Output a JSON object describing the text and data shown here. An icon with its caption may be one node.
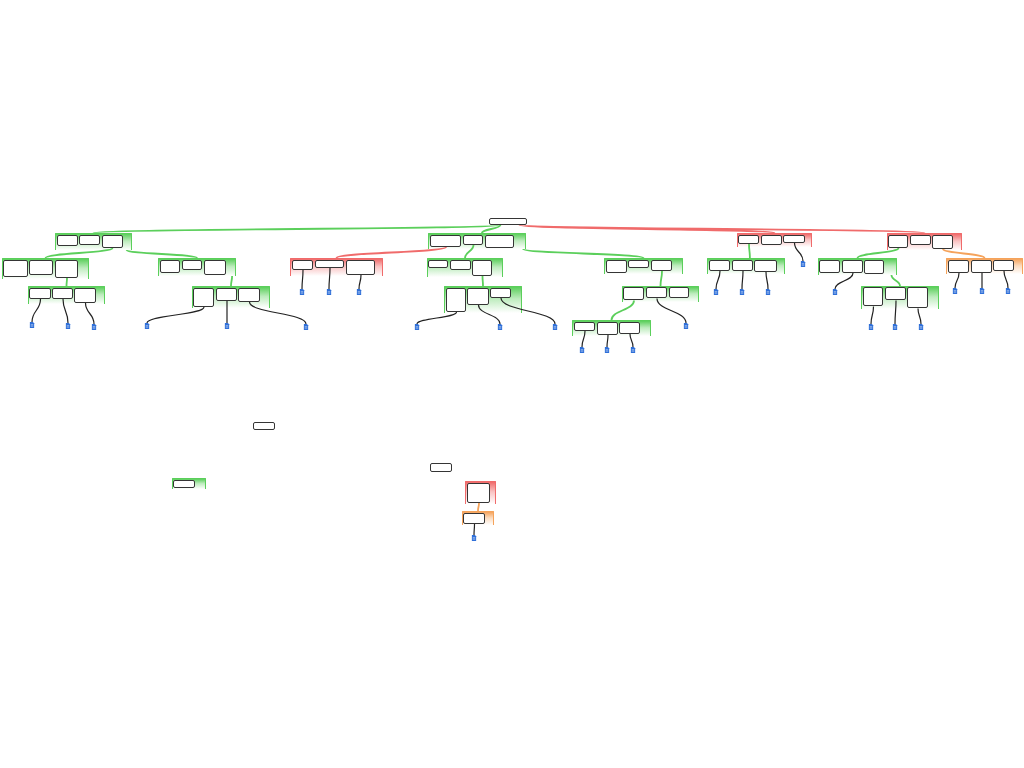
{
  "diagram": {
    "nodes": [
      {
        "text": [],
        "shape": "box"
      },
      {
        "text": [],
        "shape": "band"
      },
      {
        "text": [],
        "shape": "box",
        "in": 1
      },
      {
        "text": [],
        "shape": "box",
        "in": 1
      },
      {
        "text": [],
        "shape": "box",
        "in": 1
      },
      {
        "text": [],
        "shape": "band"
      },
      {
        "text": [],
        "shape": "box",
        "in": 5
      },
      {
        "text": [],
        "shape": "box",
        "in": 5
      },
      {
        "text": [],
        "shape": "box",
        "in": 5
      },
      {
        "text": [],
        "shape": "band"
      },
      {
        "text": [],
        "shape": "box",
        "in": 9
      },
      {
        "text": [],
        "shape": "box",
        "in": 9
      },
      {
        "text": [],
        "shape": "box",
        "in": 9
      },
      {
        "text": [],
        "shape": "band"
      },
      {
        "text": [],
        "shape": "box",
        "in": 13
      },
      {
        "text": [],
        "shape": "box",
        "in": 13
      },
      {
        "text": [],
        "shape": "box",
        "in": 13
      },
      {
        "text": [],
        "shape": "band"
      },
      {
        "text": [],
        "shape": "box",
        "in": 17
      },
      {
        "text": [],
        "shape": "box",
        "in": 17
      },
      {
        "text": [],
        "shape": "box",
        "in": 17
      },
      {
        "text": [],
        "shape": "band"
      },
      {
        "text": [],
        "shape": "box",
        "in": 21
      },
      {
        "text": [],
        "shape": "box",
        "in": 21
      },
      {
        "text": [],
        "shape": "box",
        "in": 21
      },
      {
        "text": [],
        "shape": "band"
      },
      {
        "text": [],
        "shape": "box",
        "in": 25
      },
      {
        "text": [],
        "shape": "box",
        "in": 25
      },
      {
        "text": [],
        "shape": "box",
        "in": 25
      },
      {
        "text": [],
        "shape": "band"
      },
      {
        "text": [],
        "shape": "box",
        "in": 29
      },
      {
        "text": [],
        "shape": "box",
        "in": 29
      },
      {
        "text": [],
        "shape": "box",
        "in": 29
      },
      {
        "text": [],
        "shape": "band"
      },
      {
        "text": [],
        "shape": "box",
        "in": 33
      },
      {
        "text": [],
        "shape": "box",
        "in": 33
      },
      {
        "text": [],
        "shape": "box",
        "in": 33
      },
      {
        "text": [],
        "shape": "band"
      },
      {
        "text": [],
        "shape": "box",
        "in": 37
      },
      {
        "text": [],
        "shape": "box",
        "in": 37
      },
      {
        "text": [],
        "shape": "box",
        "in": 37
      },
      {
        "text": [],
        "shape": "band"
      },
      {
        "text": [],
        "shape": "box",
        "in": 41
      },
      {
        "text": [],
        "shape": "box",
        "in": 41
      },
      {
        "text": [],
        "shape": "box",
        "in": 41
      },
      {
        "text": [],
        "shape": "band"
      },
      {
        "text": [],
        "shape": "box",
        "in": 45
      },
      {
        "text": [],
        "shape": "box",
        "in": 45
      },
      {
        "text": [],
        "shape": "box",
        "in": 45
      },
      {
        "text": [],
        "shape": "picture"
      },
      {
        "text": [],
        "shape": "band"
      },
      {
        "text": [],
        "shape": "box",
        "in": 50
      },
      {
        "text": [],
        "shape": "box",
        "in": 50
      },
      {
        "text": [],
        "shape": "box",
        "in": 50
      },
      {
        "text": [],
        "shape": "band"
      },
      {
        "text": [],
        "shape": "box",
        "in": 54
      },
      {
        "text": [],
        "shape": "box",
        "in": 54
      },
      {
        "text": [],
        "shape": "box",
        "in": 54
      },
      {
        "text": [],
        "shape": "band"
      },
      {
        "text": [],
        "shape": "box",
        "in": 58
      },
      {
        "text": [],
        "shape": "box",
        "in": 58
      },
      {
        "text": [],
        "shape": "box",
        "in": 58
      },
      {
        "text": [],
        "shape": "band"
      },
      {
        "text": [],
        "shape": "box",
        "in": 62
      },
      {
        "text": [],
        "shape": "box",
        "in": 62
      },
      {
        "text": [],
        "shape": "box",
        "in": 62
      },
      {
        "text": [],
        "shape": "band"
      },
      {
        "text": [],
        "shape": "box",
        "in": 66
      },
      {
        "text": [],
        "shape": "box",
        "in": 66
      },
      {
        "text": [],
        "shape": "box",
        "in": 66
      },
      {
        "text": [],
        "shape": "picture"
      },
      {
        "text": [],
        "shape": "picture"
      },
      {
        "text": [],
        "shape": "picture"
      },
      {
        "text": [],
        "shape": "picture"
      },
      {
        "text": [],
        "shape": "picture"
      },
      {
        "text": [],
        "shape": "picture"
      },
      {
        "text": [],
        "shape": "picture"
      },
      {
        "text": [],
        "shape": "picture"
      },
      {
        "text": [],
        "shape": "picture"
      },
      {
        "text": [],
        "shape": "picture"
      },
      {
        "text": [],
        "shape": "band"
      },
      {
        "text": [],
        "shape": "box",
        "in": 80
      },
      {
        "text": [],
        "shape": "box",
        "in": 80
      },
      {
        "text": [],
        "shape": "box",
        "in": 80
      },
      {
        "text": [],
        "shape": "picture"
      },
      {
        "text": [],
        "shape": "picture"
      },
      {
        "text": [],
        "shape": "picture"
      },
      {
        "text": [],
        "shape": "picture"
      },
      {
        "text": [],
        "shape": "picture"
      },
      {
        "text": [],
        "shape": "picture"
      },
      {
        "text": [],
        "shape": "picture"
      },
      {
        "text": [],
        "shape": "picture"
      },
      {
        "text": [],
        "shape": "picture"
      },
      {
        "text": [],
        "shape": "picture"
      },
      {
        "text": [],
        "shape": "picture"
      },
      {
        "text": [],
        "shape": "picture"
      },
      {
        "text": [],
        "shape": "picture"
      },
      {
        "text": [],
        "shape": "picture"
      },
      {
        "text": [],
        "shape": "picture"
      },
      {
        "text": [],
        "shape": "picture"
      },
      {
        "text": [],
        "shape": "box"
      },
      {
        "text": [],
        "shape": "box"
      },
      {
        "text": [],
        "shape": "band"
      },
      {
        "text": [],
        "shape": "box",
        "in": 102
      },
      {
        "text": [],
        "shape": "band"
      },
      {
        "text": [],
        "shape": "box",
        "in": 104
      },
      {
        "text": [],
        "shape": "band"
      },
      {
        "text": [],
        "shape": "box",
        "in": 106
      },
      {
        "text": [],
        "shape": "picture"
      }
    ],
    "edges": [
      {
        "from": 0,
        "to": 1,
        "arrow": "none",
        "color": "#5bcf5b"
      },
      {
        "from": 0,
        "to": 5,
        "arrow": "none",
        "color": "#5bcf5b"
      },
      {
        "from": 0,
        "to": 9,
        "arrow": "none",
        "color": "#f06b6b"
      },
      {
        "from": 0,
        "to": 13,
        "arrow": "none",
        "color": "#f06b6b"
      },
      {
        "from": 4,
        "to": 17,
        "arrow": "none",
        "color": "#5bcf5b"
      },
      {
        "from": 1,
        "to": 21,
        "arrow": "none",
        "color": "#5bcf5b"
      },
      {
        "from": 6,
        "to": 25,
        "arrow": "none",
        "color": "#f06b6b"
      },
      {
        "from": 7,
        "to": 29,
        "arrow": "none",
        "color": "#5bcf5b"
      },
      {
        "from": 5,
        "to": 33,
        "arrow": "none",
        "color": "#5bcf5b"
      },
      {
        "from": 10,
        "to": 37,
        "arrow": "none",
        "color": "#5bcf5b"
      },
      {
        "from": 12,
        "to": 49,
        "arrow": "none"
      },
      {
        "from": 14,
        "to": 41,
        "arrow": "none",
        "color": "#5bcf5b"
      },
      {
        "from": 16,
        "to": 45,
        "arrow": "none",
        "color": "#f5a35b"
      },
      {
        "from": 20,
        "to": 50,
        "arrow": "none",
        "color": "#5bcf5b"
      },
      {
        "from": 21,
        "to": 54,
        "arrow": "none",
        "color": "#5bcf5b"
      },
      {
        "from": 26,
        "to": 70,
        "arrow": "none"
      },
      {
        "from": 27,
        "to": 71,
        "arrow": "none"
      },
      {
        "from": 28,
        "to": 72,
        "arrow": "none"
      },
      {
        "from": 32,
        "to": 58,
        "arrow": "none",
        "color": "#5bcf5b"
      },
      {
        "from": 36,
        "to": 62,
        "arrow": "none",
        "color": "#5bcf5b"
      },
      {
        "from": 38,
        "to": 73,
        "arrow": "none"
      },
      {
        "from": 39,
        "to": 74,
        "arrow": "none"
      },
      {
        "from": 40,
        "to": 75,
        "arrow": "none"
      },
      {
        "from": 43,
        "to": 76,
        "arrow": "none"
      },
      {
        "from": 41,
        "to": 66,
        "arrow": "none",
        "color": "#5bcf5b"
      },
      {
        "from": 46,
        "to": 77,
        "arrow": "none"
      },
      {
        "from": 47,
        "to": 78,
        "arrow": "none"
      },
      {
        "from": 48,
        "to": 79,
        "arrow": "none"
      },
      {
        "from": 51,
        "to": 84,
        "arrow": "none"
      },
      {
        "from": 52,
        "to": 85,
        "arrow": "none"
      },
      {
        "from": 53,
        "to": 86,
        "arrow": "none"
      },
      {
        "from": 55,
        "to": 87,
        "arrow": "none"
      },
      {
        "from": 56,
        "to": 88,
        "arrow": "none"
      },
      {
        "from": 57,
        "to": 89,
        "arrow": "none"
      },
      {
        "from": 59,
        "to": 90,
        "arrow": "none"
      },
      {
        "from": 60,
        "to": 91,
        "arrow": "none"
      },
      {
        "from": 61,
        "to": 92,
        "arrow": "none"
      },
      {
        "from": 63,
        "to": 80,
        "arrow": "none",
        "color": "#5bcf5b"
      },
      {
        "from": 64,
        "to": 93,
        "arrow": "none"
      },
      {
        "from": 81,
        "to": 97,
        "arrow": "none"
      },
      {
        "from": 82,
        "to": 98,
        "arrow": "none"
      },
      {
        "from": 83,
        "to": 99,
        "arrow": "none"
      },
      {
        "from": 67,
        "to": 94,
        "arrow": "none"
      },
      {
        "from": 68,
        "to": 95,
        "arrow": "none"
      },
      {
        "from": 69,
        "to": 96,
        "arrow": "none"
      },
      {
        "from": 105,
        "to": 106,
        "arrow": "none",
        "color": "#f5a35b"
      },
      {
        "from": 107,
        "to": 108,
        "arrow": "none"
      }
    ]
  }
}
